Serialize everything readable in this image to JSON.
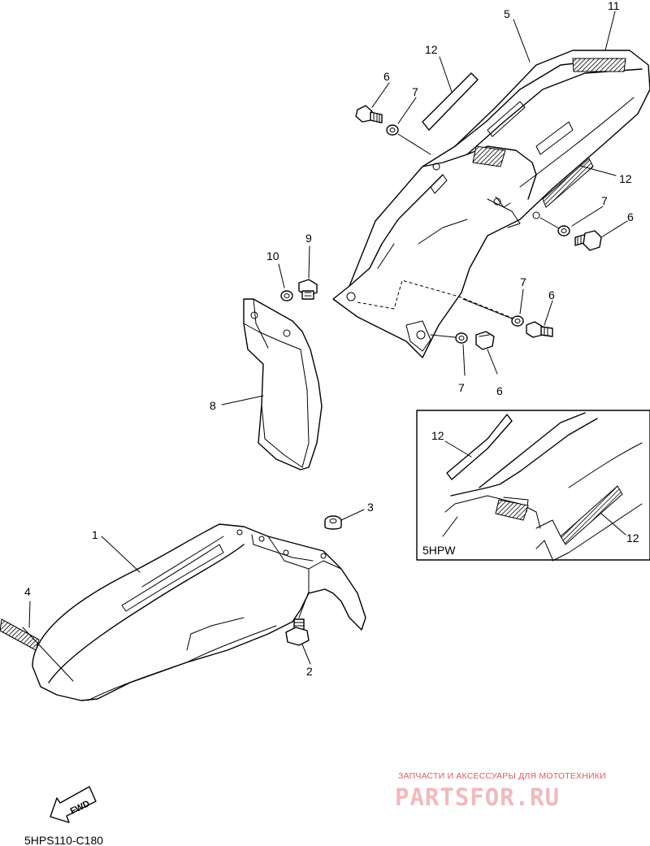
{
  "callouts": {
    "c1": "1",
    "c2": "2",
    "c3": "3",
    "c4": "4",
    "c5": "5",
    "c6a": "6",
    "c6b": "6",
    "c6c": "6",
    "c6d": "6",
    "c7a": "7",
    "c7b": "7",
    "c7c": "7",
    "c7d": "7",
    "c8": "8",
    "c9": "9",
    "c10": "10",
    "c11": "11",
    "c12a": "12",
    "c12b": "12",
    "c12c": "12",
    "c12d": "12"
  },
  "inset": {
    "label": "5HPW"
  },
  "direction": {
    "label": "FWD"
  },
  "diagram_code": "5HPS110-C180",
  "watermark": {
    "tagline": "ЗАПЧАСТИ И АКСЕССУАРЫ ДЛЯ МОТОТЕХНИКИ",
    "logo": "PARTSFOR.RU"
  }
}
